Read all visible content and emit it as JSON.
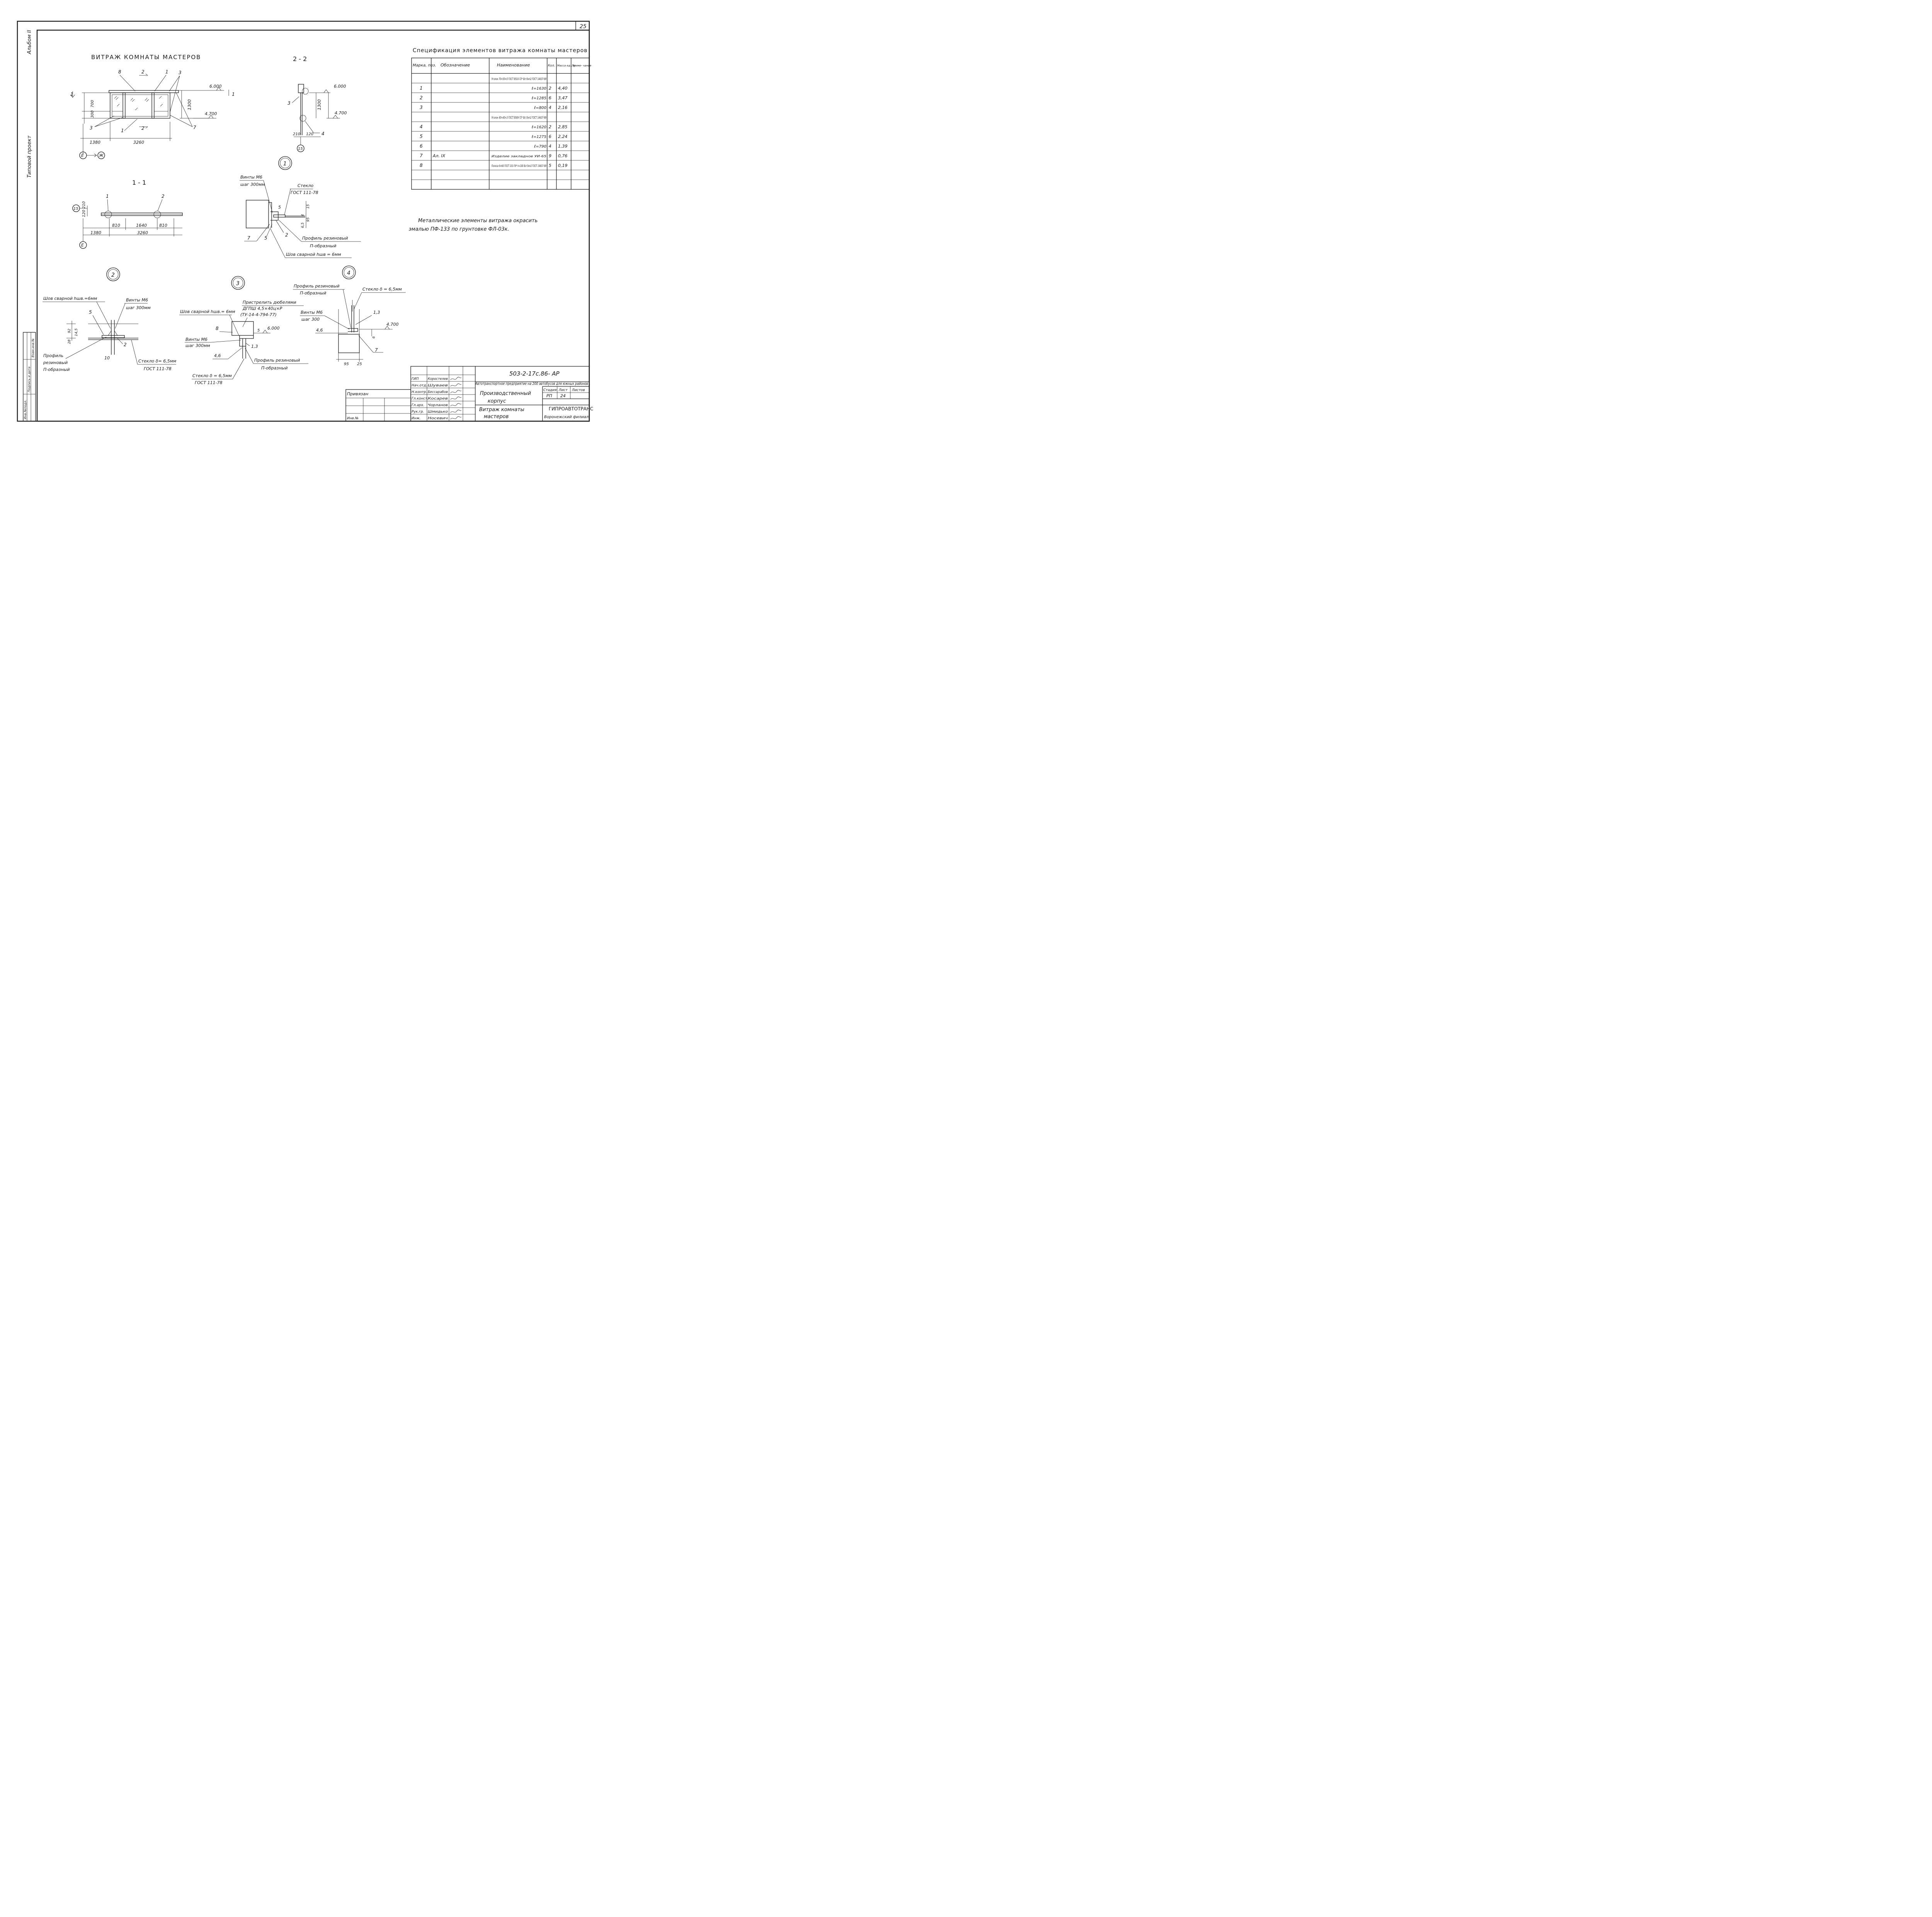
{
  "sheet_number": "25",
  "side_labels": {
    "album": "Альбом II",
    "project": "Типовой проект"
  },
  "side_stamp": [
    "Инв.№подл.",
    "Подпись и дата",
    "Взам.инв.№"
  ],
  "titles": {
    "vitrazh": "ВИТРАЖ КОМНАТЫ МАСТЕРОВ",
    "section_2_2": "2 - 2",
    "section_1_1": "1 - 1",
    "spec_title": "Спецификация элементов витража комнаты мастеров"
  },
  "elevation": {
    "positions": [
      "8",
      "2",
      "1",
      "3",
      "3",
      "1",
      "7"
    ],
    "dims": [
      "300",
      "700",
      "1300",
      "1380",
      "3260"
    ],
    "levels": [
      "6.000",
      "4.700"
    ],
    "cut_marks": [
      "1",
      "1",
      "2",
      "2"
    ],
    "axes": [
      "Е",
      "Ж"
    ]
  },
  "section22": {
    "positions": [
      "3",
      "4"
    ],
    "dims": [
      "1300",
      "210",
      "120"
    ],
    "levels": [
      "6.000",
      "4.700"
    ],
    "axis": "15"
  },
  "section11": {
    "positions": [
      "1",
      "2"
    ],
    "dims": [
      "210",
      "120",
      "810",
      "1640",
      "810",
      "1380",
      "3260"
    ],
    "axes": [
      "15",
      "Е"
    ]
  },
  "node1": {
    "number": "1",
    "labels": [
      "Винты М6",
      "шаг 300мм",
      "Стекло",
      "ГОСТ 111-78",
      "Профиль резиновый",
      "П-образный",
      "Шов сварной hшв = 6мм"
    ],
    "positions": [
      "5",
      "7",
      "5",
      "2"
    ],
    "dims": [
      "15",
      "4",
      "6,5",
      "95"
    ]
  },
  "node2": {
    "number": "2",
    "labels": [
      "Шов сварной hшв.=6мм",
      "Винты М6",
      "шаг 300мм",
      "Профиль",
      "резиновый",
      "П-образный",
      "Стекло δ= 6,5мм",
      "ГОСТ 111-78"
    ],
    "positions": [
      "5",
      "10",
      "2"
    ],
    "dims": [
      "28",
      "92",
      "14,5"
    ]
  },
  "node3": {
    "number": "3",
    "labels": [
      "Шов сварной hшв.= 6мм",
      "Пристрелить дюбелями",
      "ДГПШ 4,5×40ц×Р",
      "(ТУ-14-4-794-77)",
      "Винты М6",
      "шаг 300мм",
      "Профиль резиновый",
      "П-образный",
      "Стекло δ = 6,5мм",
      "ГОСТ 111-78"
    ],
    "positions": [
      "8",
      "4,6",
      "1,3",
      "5"
    ],
    "level": "6.000"
  },
  "node4": {
    "number": "4",
    "labels": [
      "Профиль резиновый",
      "П-образный",
      "Стекло δ = 6,5мм",
      "Винты М6",
      "шаг 300"
    ],
    "positions": [
      "1,3",
      "4,6",
      "7"
    ],
    "dims": [
      "6",
      "95",
      "25"
    ],
    "level": "4.700"
  },
  "spec": {
    "headers": [
      "Марка, поз.",
      "Обозначение",
      "Наименование",
      "Кол.",
      "Масса ед., кг",
      "Приме- чание"
    ],
    "rows": [
      [
        "",
        "",
        "Уголок 70×50×5 ГОСТ 8510-72* Вст3кп2 ГОСТ 14637-89",
        "",
        "",
        ""
      ],
      [
        "1",
        "",
        "ℓ=1630",
        "2",
        "4,40",
        ""
      ],
      [
        "2",
        "",
        "ℓ=1285",
        "6",
        "3,47",
        ""
      ],
      [
        "3",
        "",
        "ℓ=800",
        "4",
        "2,16",
        ""
      ],
      [
        "",
        "",
        "Уголок 40×40×3 ГОСТ 8509-72* Вст3кп2 ГОСТ 14637-89",
        "",
        "",
        ""
      ],
      [
        "4",
        "",
        "ℓ=1620",
        "2",
        "2,85",
        ""
      ],
      [
        "5",
        "",
        "ℓ=1275",
        "6",
        "2,24",
        ""
      ],
      [
        "6",
        "",
        "ℓ=790",
        "4",
        "1,39",
        ""
      ],
      [
        "7",
        "Ал. IX",
        "Изделие закладное УИ-65",
        "9",
        "0,76",
        ""
      ],
      [
        "8",
        "",
        "Полоса 6×60 ГОСТ 103-76* ℓ=100 Вст3кп2 ГОСТ 14637-89",
        "5",
        "0,19",
        ""
      ],
      [
        "",
        "",
        "",
        "",
        "",
        ""
      ],
      [
        "",
        "",
        "",
        "",
        "",
        ""
      ]
    ]
  },
  "note": [
    "Металлические элементы витража окрасить",
    "эмалью ПФ-133 по грунтовке ФЛ-03к."
  ],
  "title_block": {
    "doc_code": "503-2-17с.86- АР",
    "object": "Автотранспортное предприятие на 200 автобусов для южных районов",
    "building": [
      "Производственный",
      "корпус"
    ],
    "sheet_name": [
      "Витраж комнаты",
      "мастеров"
    ],
    "stage_headers": [
      "Стадия",
      "Лист",
      "Листов"
    ],
    "stage_values": [
      "РП",
      "24",
      ""
    ],
    "org": [
      "ГИПРОАВТОТРАНС",
      "Воронежский филиал"
    ],
    "roles": [
      "ГИП",
      "Нач.отд.",
      "Н.контр.",
      "Гл.конст.",
      "Гл.арх.",
      "Рук.гр.",
      "Инж."
    ],
    "names": [
      "Коростелев",
      "Шуваев",
      "Бессарабов",
      "Косарев",
      "Чорланов",
      "Шмидько",
      "Носевич"
    ],
    "privyazan": "Привязан",
    "inv": "Инв.№"
  }
}
